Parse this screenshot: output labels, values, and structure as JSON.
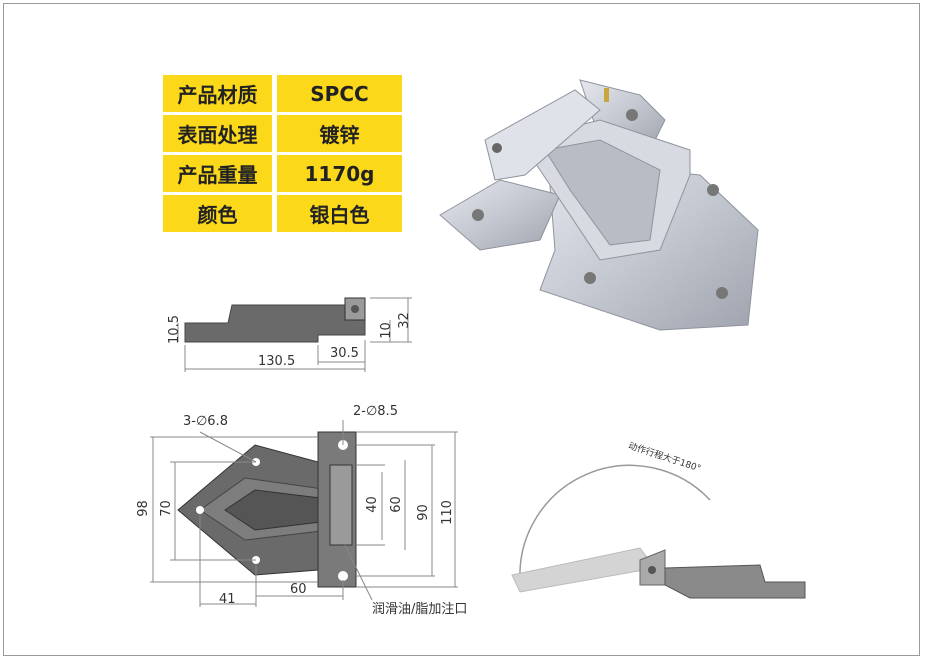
{
  "spec_table": [
    {
      "label": "产品材质",
      "value": "SPCC"
    },
    {
      "label": "表面处理",
      "value": "镀锌"
    },
    {
      "label": "产品重量",
      "value": "1170g"
    },
    {
      "label": "颜色",
      "value": "银白色"
    }
  ],
  "side_view": {
    "height_left": "10.5",
    "length": "130.5",
    "offset": "30.5",
    "thickness": "10",
    "height": "32"
  },
  "top_view": {
    "holes_small": "3-∅6.8",
    "holes_large": "2-∅8.5",
    "dim_98": "98",
    "dim_70": "70",
    "dim_40": "40",
    "dim_60v": "60",
    "dim_90": "90",
    "dim_110": "110",
    "dim_41": "41",
    "dim_60h": "60",
    "grease_port": "润滑油/脂加注口"
  },
  "motion_view": {
    "note": "动作行程大于180°"
  },
  "colors": {
    "table_bg": "#fbd91a",
    "metal": "#c9ccd3",
    "drawing": "#5f5f5f"
  }
}
